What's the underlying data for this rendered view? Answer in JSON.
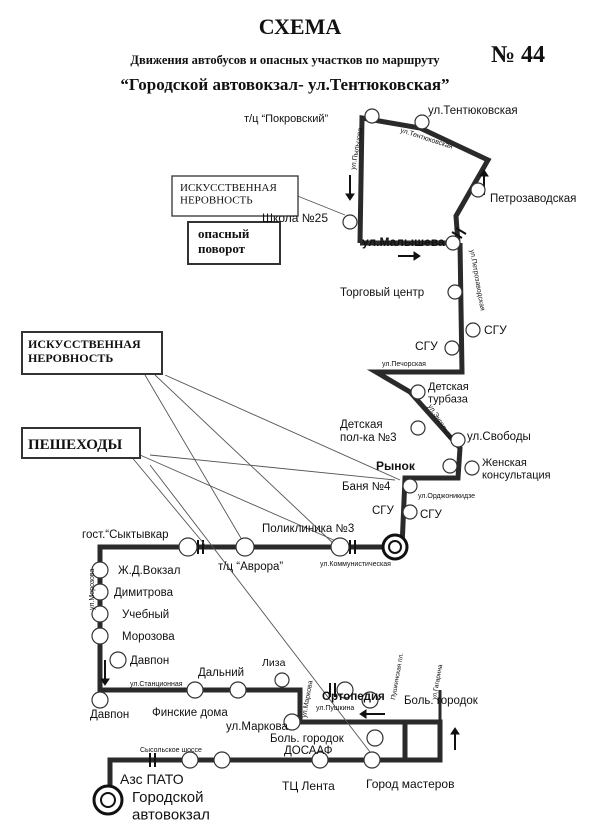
{
  "header": {
    "title": "СХЕМА",
    "subtitle": "Движения автобусов и опасных участков по маршруту",
    "route_number": "№ 44",
    "route_name": "“Городской автовокзал- ул.Тентюковская”"
  },
  "legend_boxes": {
    "bump_1": "ИСКУССТВЕННАЯ\nНЕРОВНОСТЬ",
    "turn": "опасный\nповорот",
    "bump_2": "ИСКУССТВЕННАЯ\nНЕРОВНОСТЬ",
    "pedestrians": "ПЕШЕХОДЫ"
  },
  "stops": [
    {
      "id": "pokrovsky",
      "label": "т/ц “Покровский”"
    },
    {
      "id": "tentyukovskaya",
      "label": "ул.Тентюковская"
    },
    {
      "id": "petrozavodskaya",
      "label": "Петрозаводская"
    },
    {
      "id": "school25",
      "label": "Школа №25"
    },
    {
      "id": "malysheva",
      "label": "ул.Малышева"
    },
    {
      "id": "trade_center",
      "label": "Торговый центр"
    },
    {
      "id": "sgu_1",
      "label": "СГУ"
    },
    {
      "id": "sgu_2",
      "label": "СГУ"
    },
    {
      "id": "turbaza",
      "label": "Детская\nтурбаза"
    },
    {
      "id": "polyclinic_3",
      "label": "Детская\nпол-ка №3"
    },
    {
      "id": "svobody",
      "label": "ул.Свободы"
    },
    {
      "id": "rynok",
      "label": "Рынок"
    },
    {
      "id": "womens",
      "label": "Женская\nконсультация"
    },
    {
      "id": "banya4",
      "label": "Баня №4"
    },
    {
      "id": "sgu_3",
      "label": "СГУ"
    },
    {
      "id": "sgu_4",
      "label": "СГУ"
    },
    {
      "id": "poliklinika3",
      "label": "Поликлиника №3"
    },
    {
      "id": "syktyvkar",
      "label": "гост.“Сыктывкар"
    },
    {
      "id": "avrora",
      "label": "т/ц “Аврора”"
    },
    {
      "id": "railway",
      "label": "Ж.Д.Вокзал"
    },
    {
      "id": "dimitrova",
      "label": "Димитрова"
    },
    {
      "id": "uchebny",
      "label": "Учебный"
    },
    {
      "id": "morozova",
      "label": "Морозова"
    },
    {
      "id": "davpon_1",
      "label": "Давпон"
    },
    {
      "id": "davpon_2",
      "label": "Давпон"
    },
    {
      "id": "finskie",
      "label": "Финские дома"
    },
    {
      "id": "dalny",
      "label": "Дальний"
    },
    {
      "id": "liza",
      "label": "Лиза"
    },
    {
      "id": "ortopediya",
      "label": "Ортопедия"
    },
    {
      "id": "bol_gorodok_1",
      "label": "Боль. городок"
    },
    {
      "id": "markova",
      "label": "ул.Маркова"
    },
    {
      "id": "bol_gorodok_2",
      "label": "Боль. городок"
    },
    {
      "id": "dosaaf",
      "label": "ДОСААФ"
    },
    {
      "id": "azs_pato",
      "label": "Азс ПАТО"
    },
    {
      "id": "tc_lenta",
      "label": "ТЦ Лента"
    },
    {
      "id": "gorod_masterov",
      "label": "Город мастеров"
    },
    {
      "id": "terminal",
      "label": "Городской\nавтовокзал"
    }
  ],
  "streets": {
    "pyltsova": "ул.Пыльцова",
    "tentyukovskaya_st": "ул.Тентюковская",
    "petrozavodskaya_st": "ул.Петрозаводская",
    "pechorskaya": "ул.Печорская",
    "engelsa": "ул.Энгельса",
    "ordzhonikidze": "ул.Орджоникидзе",
    "kommunisticheskaya": "ул.Коммунистическая",
    "morozova_st": "ул.Морозова",
    "stanционная": "ул.Станционная",
    "markova_st": "ул.Маркова",
    "pushkina": "ул.Пушкина",
    "pushkinskaya_pl": "Пушкинская пл.",
    "gagarina": "ул.Гагарина",
    "sysolskoe": "Сысольское шоссе"
  }
}
